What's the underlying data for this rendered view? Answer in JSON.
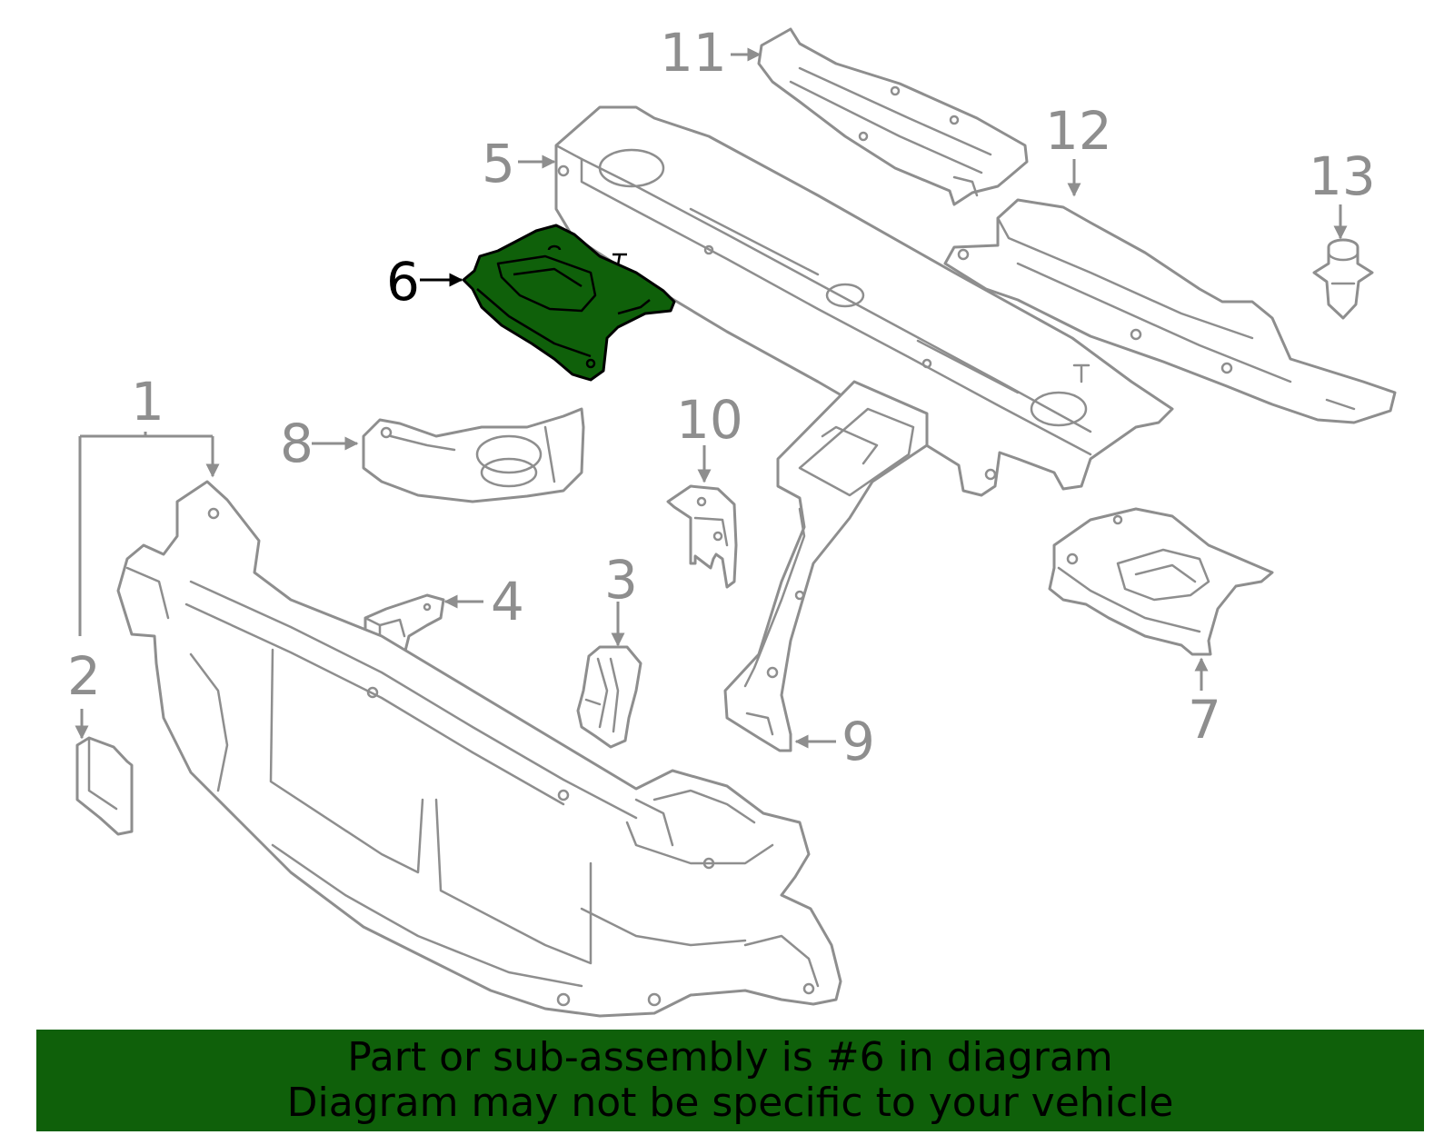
{
  "diagram": {
    "highlight_color": "#0f600a",
    "line_color": "#8e8e8e",
    "highlighted_part": "6",
    "callouts": [
      "1",
      "2",
      "3",
      "4",
      "5",
      "6",
      "7",
      "8",
      "9",
      "10",
      "11",
      "12",
      "13"
    ]
  },
  "banner": {
    "background": "#0f600a",
    "line1": "Part or sub-assembly is #6 in diagram",
    "line2": "Diagram may not be specific to your vehicle"
  }
}
